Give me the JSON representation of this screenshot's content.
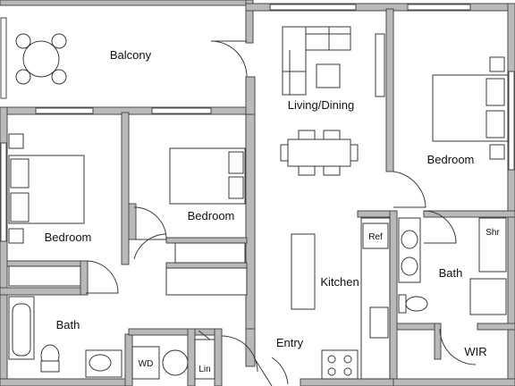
{
  "plan": {
    "rooms": {
      "balcony": "Balcony",
      "living_dining": "Living/Dining",
      "bedroom_east": "Bedroom",
      "bedroom_west": "Bedroom",
      "bedroom_center": "Bedroom",
      "kitchen": "Kitchen",
      "bath_west": "Bath",
      "bath_east": "Bath",
      "entry": "Entry",
      "wir": "WIR"
    },
    "fixtures": {
      "refrigerator": "Ref",
      "shower": "Shr",
      "washer_dryer": "WD",
      "linen": "Lin"
    }
  },
  "colors": {
    "wall_fill": "#b9b9b9",
    "line": "#3a3a3a",
    "background": "#ffffff"
  }
}
